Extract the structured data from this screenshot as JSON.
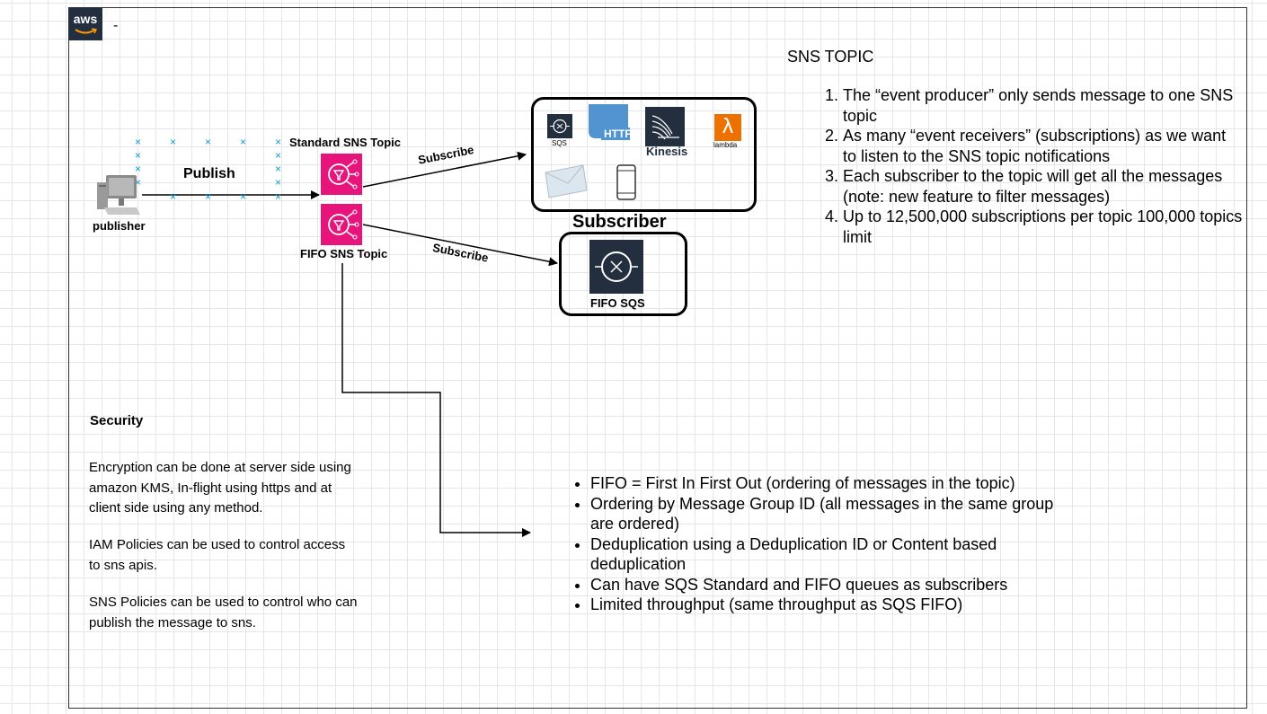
{
  "header": {
    "logo_text": "aws",
    "dash": "-"
  },
  "publisher": {
    "label": "publisher",
    "publish_label": "Publish"
  },
  "topics": {
    "standard_label": "Standard SNS Topic",
    "fifo_label": "FIFO SNS Topic"
  },
  "arrows": {
    "subscribe_1": "Subscribe",
    "subscribe_2": "Subscribe"
  },
  "subscriber_box": {
    "title": "Subscriber",
    "sqs_label": "SQS",
    "http_label": "HTTP",
    "kinesis_label": "Kinesis",
    "lambda_label": "lambda"
  },
  "fifo_sqs": {
    "label": "FIFO SQS"
  },
  "sns_topic_section": {
    "title": "SNS TOPIC",
    "items": [
      "The “event producer” only sends message to one SNS topic",
      "As many “event receivers” (subscriptions) as we want to listen to the SNS topic notifications",
      "Each subscriber to the topic will get all the messages (note: new feature to filter messages)",
      "Up to 12,500,000 subscriptions per topic 100,000 topics limit"
    ]
  },
  "security": {
    "title": "Security",
    "para1": "Encryption can be done at server side using amazon KMS, In-flight using https and at client side using any method.",
    "para2": "IAM Policies can be used to control access to sns apis.",
    "para3": "SNS Policies can be used to control who can publish the message to sns."
  },
  "fifo_notes": {
    "items": [
      "FIFO = First In First Out (ordering of messages in the topic)",
      "Ordering by Message Group ID (all messages in the same group are ordered)",
      "Deduplication using a Deduplication ID or Content based deduplication",
      "Can have SQS Standard and FIFO queues as subscribers",
      " Limited throughput (same throughput as SQS FIFO)"
    ]
  },
  "colors": {
    "sns_pink": "#e7157b",
    "aws_dark": "#232f3e",
    "lambda_orange": "#ed7100",
    "http_blue": "#5294cf",
    "selection_blue": "#0aa0e0"
  }
}
